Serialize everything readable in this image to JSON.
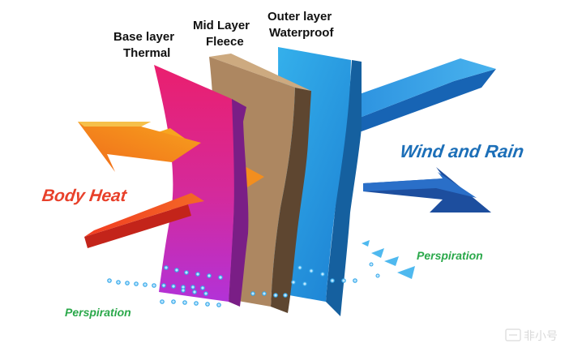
{
  "layers": {
    "base": {
      "line1": "Base layer",
      "line2": "Thermal"
    },
    "mid": {
      "line1": "Mid Layer",
      "line2": "Fleece"
    },
    "outer": {
      "line1": "Outer layer",
      "line2": "Waterproof"
    }
  },
  "labels": {
    "body_heat": "Body Heat",
    "wind_rain": "Wind and Rain",
    "perspiration_left": "Perspiration",
    "perspiration_right": "Perspiration"
  },
  "watermark": {
    "text": "非小号"
  },
  "colors": {
    "base_top": "#e5217a",
    "base_bottom": "#b02fd6",
    "mid_face": "#b08a63",
    "outer_face": "#2ea0e6",
    "body_heat": "#e8402a",
    "wind_rain": "#1c6fb8",
    "perspiration": "#2aa84a",
    "heat_arrow": "#f58a1f",
    "blue_arrow": "#1d5fb3"
  }
}
